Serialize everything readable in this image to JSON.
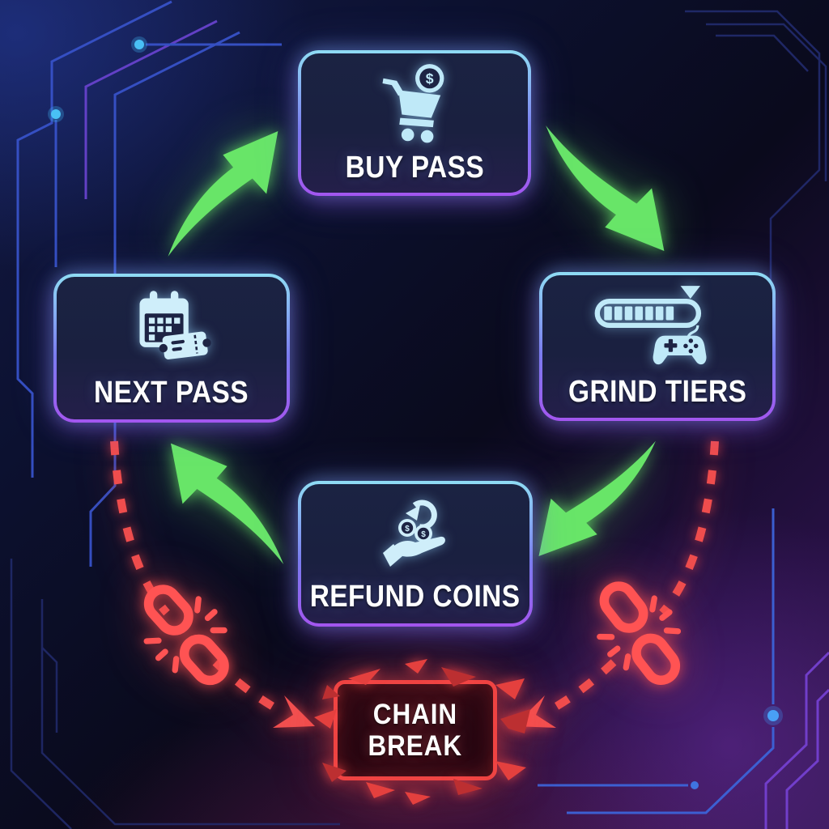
{
  "diagram": {
    "kind": "circular-flow-infographic",
    "theme": "neon-cyberpunk-circuit"
  },
  "cycle": {
    "nodes": [
      {
        "id": "buy-pass",
        "label": "BUY PASS",
        "icon": "cart-dollar-icon"
      },
      {
        "id": "grind-tiers",
        "label": "GRIND TIERS",
        "icon": "progress-bar-controller-icon"
      },
      {
        "id": "refund-coins",
        "label": "REFUND COINS",
        "icon": "hand-coins-refresh-icon"
      },
      {
        "id": "next-pass",
        "label": "NEXT PASS",
        "icon": "calendar-ticket-icon"
      }
    ],
    "edges": [
      {
        "from": "next-pass",
        "to": "buy-pass",
        "style": "green-curved-arrow"
      },
      {
        "from": "buy-pass",
        "to": "grind-tiers",
        "style": "green-curved-arrow"
      },
      {
        "from": "grind-tiers",
        "to": "refund-coins",
        "style": "green-curved-arrow"
      },
      {
        "from": "refund-coins",
        "to": "next-pass",
        "style": "green-curved-arrow"
      }
    ]
  },
  "break_flow": {
    "node": {
      "id": "chain-break",
      "label_line1": "CHAIN",
      "label_line2": "BREAK"
    },
    "edges": [
      {
        "from": "next-pass",
        "to": "chain-break",
        "style": "red-dashed-arrow",
        "icon": "broken-chain-icon"
      },
      {
        "from": "grind-tiers",
        "to": "chain-break",
        "style": "red-dashed-arrow",
        "icon": "broken-chain-icon"
      }
    ]
  },
  "icons": {
    "currency_symbol": "$"
  },
  "colors": {
    "arrow_green": "#68e568",
    "dashed_red": "#ef4d4d",
    "chain_red": "#ff5353",
    "break_border_red": "#ee4443",
    "node_border_cyan": "#8fdcf4",
    "node_border_purple": "#a356ef",
    "icon_light_blue": "#bfe9f8",
    "node_fill_dark": "#1d2444",
    "label_text": "#ffffff",
    "circuit_blue": "#3752c8",
    "circuit_purple": "#6742cc"
  }
}
